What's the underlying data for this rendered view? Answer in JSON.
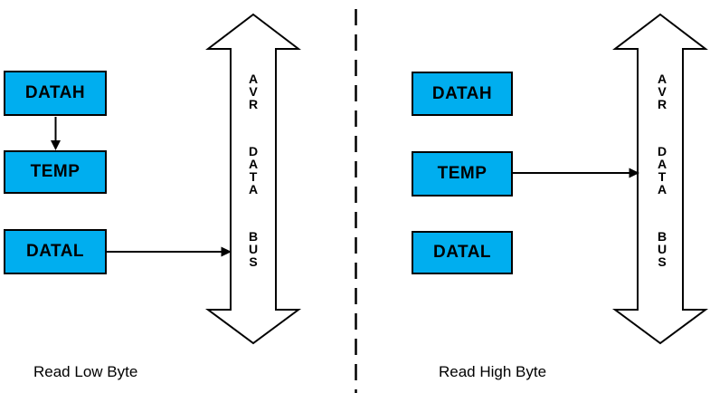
{
  "figure": {
    "left": {
      "caption": "Read Low Byte",
      "registers": [
        "DATAH",
        "TEMP",
        "DATAL"
      ],
      "bus_label": "AVR DATA BUS"
    },
    "right": {
      "caption": "Read High Byte",
      "registers": [
        "DATAH",
        "TEMP",
        "DATAL"
      ],
      "bus_label": "AVR DATA BUS"
    },
    "colors": {
      "register_fill": "#00AEEF",
      "outline": "#000000",
      "bus_fill": "#FFFFFF"
    }
  }
}
